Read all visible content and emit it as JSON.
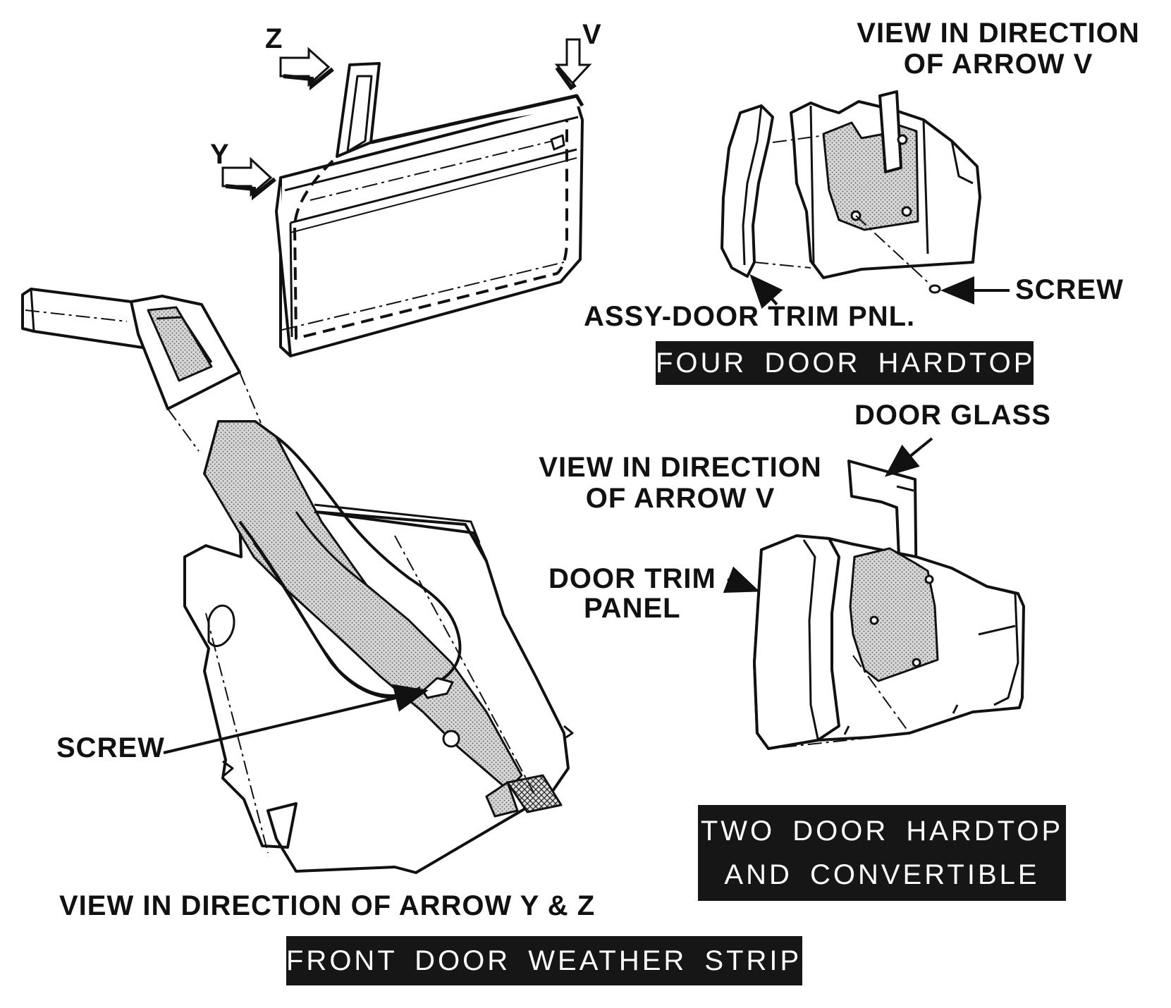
{
  "arrows": {
    "z": "Z",
    "y": "Y",
    "v": "V"
  },
  "four_door": {
    "view_label_line1": "VIEW IN DIRECTION",
    "view_label_line2": "OF ARROW V",
    "screw_label": "SCREW",
    "panel_label": "ASSY-DOOR TRIM PNL.",
    "caption": "FOUR DOOR HARDTOP"
  },
  "two_door": {
    "glass_label": "DOOR GLASS",
    "view_label_line1": "VIEW IN DIRECTION",
    "view_label_line2": "OF ARROW V",
    "panel_label_line1": "DOOR TRIM",
    "panel_label_line2": "PANEL",
    "caption_line1": "TWO DOOR HARDTOP",
    "caption_line2": "AND CONVERTIBLE"
  },
  "front_view": {
    "screw_label": "SCREW",
    "view_label": "VIEW IN DIRECTION OF ARROW Y & Z",
    "caption": "FRONT DOOR WEATHER STRIPS"
  },
  "colors": {
    "ink": "#111111",
    "banner": "#161616",
    "shade": "#c9c9c9"
  }
}
